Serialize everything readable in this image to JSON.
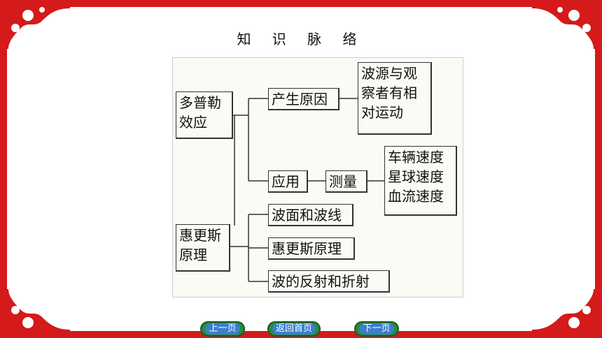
{
  "title": "知 识 脉 络",
  "nodes": {
    "doppler": "多普勒\n效应",
    "cause": "产生原因",
    "relative": "波源与观\n察者有相\n对运动",
    "apply": "应用",
    "measure": "测量",
    "speeds": "车辆速度\n星球速度\n血流速度",
    "huygens": "惠更斯\n原理",
    "wavefront": "波面和波线",
    "huygens_principle": "惠更斯原理",
    "reflect_refract": "波的反射和折射"
  },
  "nav": {
    "prev": "上一页",
    "home": "返回首页",
    "next": "下一页"
  },
  "colors": {
    "frame": "#d41a1a",
    "nav_bg": "#2a8a3c",
    "nav_label": "#3b7fd0"
  }
}
